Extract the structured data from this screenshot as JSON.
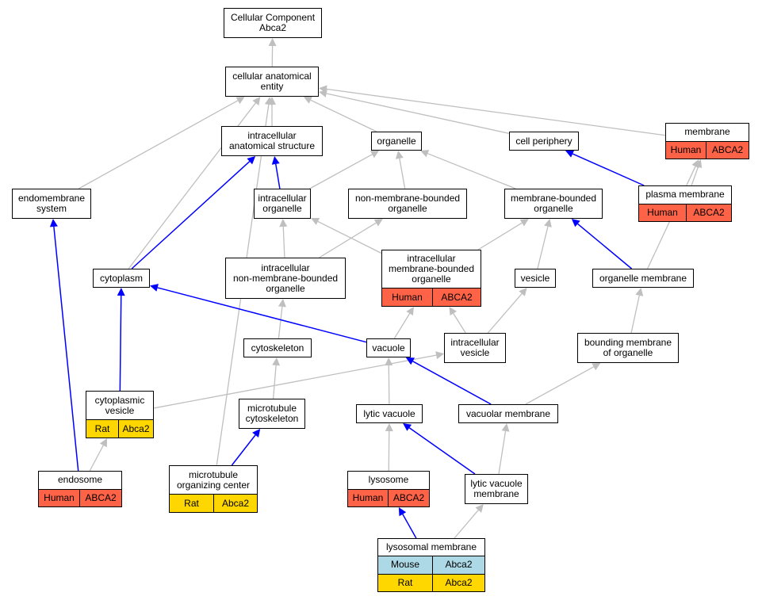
{
  "colors": {
    "human": "#ff6347",
    "rat": "#ffd700",
    "mouse": "#add8e6",
    "edge_gray": "#bfbfbf",
    "edge_blue": "#0000ff"
  },
  "nodes": {
    "root": {
      "label": "Cellular Component\nAbca2"
    },
    "cae": {
      "label": "cellular anatomical\nentity"
    },
    "ias": {
      "label": "intracellular\nanatomical structure"
    },
    "organelle": {
      "label": "organelle"
    },
    "cellperiph": {
      "label": "cell periphery"
    },
    "membrane": {
      "label": "membrane",
      "annotations": [
        {
          "species": "Human",
          "gene": "ABCA2",
          "color": "human"
        }
      ]
    },
    "endomem": {
      "label": "endomembrane\nsystem"
    },
    "io": {
      "label": "intracellular\norganelle"
    },
    "nmbo": {
      "label": "non-membrane-bounded\norganelle"
    },
    "mbo": {
      "label": "membrane-bounded\norganelle"
    },
    "plasmamem": {
      "label": "plasma membrane",
      "annotations": [
        {
          "species": "Human",
          "gene": "ABCA2",
          "color": "human"
        }
      ]
    },
    "cytoplasm": {
      "label": "cytoplasm"
    },
    "inmbo": {
      "label": "intracellular\nnon-membrane-bounded\norganelle"
    },
    "imbo": {
      "label": "intracellular\nmembrane-bounded\norganelle",
      "annotations": [
        {
          "species": "Human",
          "gene": "ABCA2",
          "color": "human"
        }
      ]
    },
    "vesicle": {
      "label": "vesicle"
    },
    "orgmem": {
      "label": "organelle membrane"
    },
    "cytoskel": {
      "label": "cytoskeleton"
    },
    "vacuole": {
      "label": "vacuole"
    },
    "ivesicle": {
      "label": "intracellular\nvesicle"
    },
    "bmo": {
      "label": "bounding membrane\nof organelle"
    },
    "cytovesicle": {
      "label": "cytoplasmic\nvesicle",
      "annotations": [
        {
          "species": "Rat",
          "gene": "Abca2",
          "color": "rat"
        }
      ]
    },
    "mtcyto": {
      "label": "microtubule\ncytoskeleton"
    },
    "lyticvac": {
      "label": "lytic vacuole"
    },
    "vacmem": {
      "label": "vacuolar membrane"
    },
    "endosome": {
      "label": "endosome",
      "annotations": [
        {
          "species": "Human",
          "gene": "ABCA2",
          "color": "human"
        }
      ]
    },
    "mtoc": {
      "label": "microtubule\norganizing center",
      "annotations": [
        {
          "species": "Rat",
          "gene": "Abca2",
          "color": "rat"
        }
      ]
    },
    "lysosome": {
      "label": "lysosome",
      "annotations": [
        {
          "species": "Human",
          "gene": "ABCA2",
          "color": "human"
        }
      ]
    },
    "lvm": {
      "label": "lytic vacuole\nmembrane"
    },
    "lysomem": {
      "label": "lysosomal membrane",
      "annotations": [
        {
          "species": "Mouse",
          "gene": "Abca2",
          "color": "mouse"
        },
        {
          "species": "Rat",
          "gene": "Abca2",
          "color": "rat"
        }
      ]
    }
  },
  "edges": [
    {
      "from": "cae",
      "to": "root",
      "kind": "is_a"
    },
    {
      "from": "ias",
      "to": "cae",
      "kind": "is_a"
    },
    {
      "from": "organelle",
      "to": "cae",
      "kind": "is_a"
    },
    {
      "from": "cellperiph",
      "to": "cae",
      "kind": "is_a"
    },
    {
      "from": "membrane",
      "to": "cae",
      "kind": "is_a"
    },
    {
      "from": "endomem",
      "to": "cae",
      "kind": "is_a"
    },
    {
      "from": "cytoplasm",
      "to": "cae",
      "kind": "is_a"
    },
    {
      "from": "mtoc",
      "to": "cae",
      "kind": "is_a"
    },
    {
      "from": "io",
      "to": "ias",
      "kind": "part_of"
    },
    {
      "from": "io",
      "to": "organelle",
      "kind": "is_a"
    },
    {
      "from": "nmbo",
      "to": "organelle",
      "kind": "is_a"
    },
    {
      "from": "mbo",
      "to": "organelle",
      "kind": "is_a"
    },
    {
      "from": "plasmamem",
      "to": "membrane",
      "kind": "is_a"
    },
    {
      "from": "plasmamem",
      "to": "cellperiph",
      "kind": "part_of"
    },
    {
      "from": "cytoplasm",
      "to": "ias",
      "kind": "part_of"
    },
    {
      "from": "inmbo",
      "to": "io",
      "kind": "is_a"
    },
    {
      "from": "inmbo",
      "to": "nmbo",
      "kind": "is_a"
    },
    {
      "from": "imbo",
      "to": "io",
      "kind": "is_a"
    },
    {
      "from": "imbo",
      "to": "mbo",
      "kind": "is_a"
    },
    {
      "from": "vesicle",
      "to": "mbo",
      "kind": "is_a"
    },
    {
      "from": "orgmem",
      "to": "mbo",
      "kind": "part_of"
    },
    {
      "from": "orgmem",
      "to": "membrane",
      "kind": "is_a"
    },
    {
      "from": "cytoskel",
      "to": "inmbo",
      "kind": "is_a"
    },
    {
      "from": "vacuole",
      "to": "imbo",
      "kind": "is_a"
    },
    {
      "from": "vacuole",
      "to": "cytoplasm",
      "kind": "part_of"
    },
    {
      "from": "ivesicle",
      "to": "imbo",
      "kind": "is_a"
    },
    {
      "from": "ivesicle",
      "to": "vesicle",
      "kind": "is_a"
    },
    {
      "from": "bmo",
      "to": "orgmem",
      "kind": "is_a"
    },
    {
      "from": "cytovesicle",
      "to": "ivesicle",
      "kind": "is_a"
    },
    {
      "from": "cytovesicle",
      "to": "cytoplasm",
      "kind": "part_of"
    },
    {
      "from": "endosome",
      "to": "cytovesicle",
      "kind": "is_a"
    },
    {
      "from": "endosome",
      "to": "endomem",
      "kind": "part_of"
    },
    {
      "from": "mtcyto",
      "to": "cytoskel",
      "kind": "is_a"
    },
    {
      "from": "mtoc",
      "to": "mtcyto",
      "kind": "part_of"
    },
    {
      "from": "lyticvac",
      "to": "vacuole",
      "kind": "is_a"
    },
    {
      "from": "vacmem",
      "to": "vacuole",
      "kind": "part_of"
    },
    {
      "from": "vacmem",
      "to": "bmo",
      "kind": "is_a"
    },
    {
      "from": "lysosome",
      "to": "lyticvac",
      "kind": "is_a"
    },
    {
      "from": "lvm",
      "to": "lyticvac",
      "kind": "part_of"
    },
    {
      "from": "lvm",
      "to": "vacmem",
      "kind": "is_a"
    },
    {
      "from": "lysomem",
      "to": "lysosome",
      "kind": "part_of"
    },
    {
      "from": "lysomem",
      "to": "lvm",
      "kind": "is_a"
    }
  ]
}
